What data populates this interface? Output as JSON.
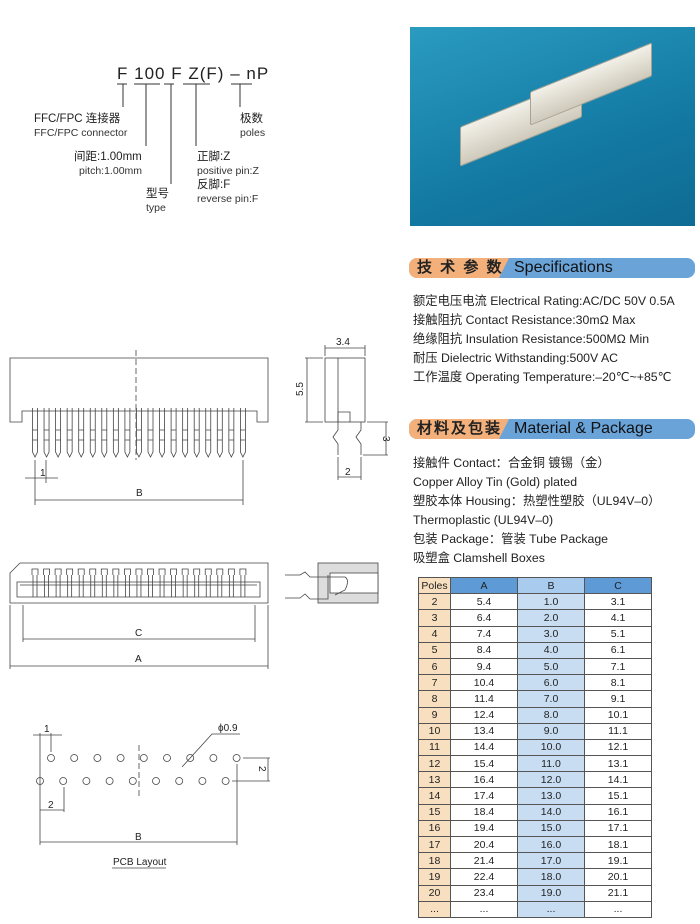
{
  "part_number": {
    "segments": [
      "F",
      "100",
      "F",
      "Z(F)",
      "–",
      "nP"
    ],
    "labels": {
      "connector_cn": "FFC/FPC 连接器",
      "connector_en": "FFC/FPC connector",
      "pitch_cn": "间距:1.00mm",
      "pitch_en": "pitch:1.00mm",
      "type_cn": "型号",
      "type_en": "type",
      "positive_cn": "正脚:Z",
      "positive_en": "positive pin:Z",
      "reverse_cn": "反脚:F",
      "reverse_en": "reverse pin:F",
      "poles_cn": "极数",
      "poles_en": "poles"
    }
  },
  "drawings": {
    "top_view": {
      "pitch": "1",
      "width": "B"
    },
    "side_view": {
      "width": "3.4",
      "height": "5.5",
      "leg": "3",
      "leg_spacing": "2"
    },
    "front_view": {
      "inner": "C",
      "overall": "A"
    },
    "pcb": {
      "pitch": "1",
      "hole": "ϕ0.9",
      "row_gap": "2",
      "offset": "2",
      "span": "B",
      "title": "PCB Layout"
    }
  },
  "specifications": {
    "title_cn": "技 术 参 数",
    "title_en": "Specifications",
    "items": [
      "额定电压电流 Electrical Rating:AC/DC 50V 0.5A",
      "接触阻抗 Contact Resistance:30mΩ Max",
      "绝缘阻抗 Insulation Resistance:500MΩ Min",
      "耐压 Dielectric Withstanding:500V AC",
      "工作温度 Operating Temperature:–20℃~+85℃"
    ]
  },
  "material": {
    "title_cn": "材料及包装",
    "title_en": "Material & Package",
    "items": [
      "接触件 Contact：合金铜 镀锡（金）",
      "Copper Alloy Tin (Gold) plated",
      "塑胶本体 Housing：热塑性塑胶（UL94V–0）",
      "Thermoplastic (UL94V–0)",
      "包装 Package：管装 Tube Package",
      "吸塑盒 Clamshell Boxes"
    ]
  },
  "table": {
    "headers": [
      "Poles",
      "A",
      "B",
      "C"
    ],
    "rows": [
      [
        "2",
        "5.4",
        "1.0",
        "3.1"
      ],
      [
        "3",
        "6.4",
        "2.0",
        "4.1"
      ],
      [
        "4",
        "7.4",
        "3.0",
        "5.1"
      ],
      [
        "5",
        "8.4",
        "4.0",
        "6.1"
      ],
      [
        "6",
        "9.4",
        "5.0",
        "7.1"
      ],
      [
        "7",
        "10.4",
        "6.0",
        "8.1"
      ],
      [
        "8",
        "11.4",
        "7.0",
        "9.1"
      ],
      [
        "9",
        "12.4",
        "8.0",
        "10.1"
      ],
      [
        "10",
        "13.4",
        "9.0",
        "11.1"
      ],
      [
        "11",
        "14.4",
        "10.0",
        "12.1"
      ],
      [
        "12",
        "15.4",
        "11.0",
        "13.1"
      ],
      [
        "13",
        "16.4",
        "12.0",
        "14.1"
      ],
      [
        "14",
        "17.4",
        "13.0",
        "15.1"
      ],
      [
        "15",
        "18.4",
        "14.0",
        "16.1"
      ],
      [
        "16",
        "19.4",
        "15.0",
        "17.1"
      ],
      [
        "17",
        "20.4",
        "16.0",
        "18.1"
      ],
      [
        "18",
        "21.4",
        "17.0",
        "19.1"
      ],
      [
        "19",
        "22.4",
        "18.0",
        "20.1"
      ],
      [
        "20",
        "23.4",
        "19.0",
        "21.1"
      ],
      [
        "...",
        "...",
        "...",
        "..."
      ]
    ]
  }
}
